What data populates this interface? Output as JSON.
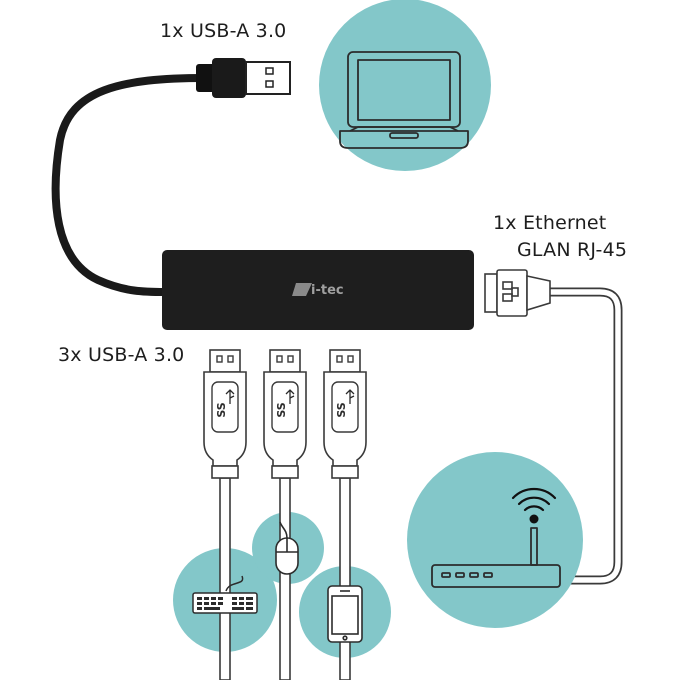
{
  "labels": {
    "usb_top": "1x USB-A 3.0",
    "ethernet_line1": "1x Ethernet",
    "ethernet_line2": "GLAN RJ-45",
    "usb_ports": "3x USB-A 3.0"
  },
  "hub": {
    "brand": "i-tec"
  },
  "usb_logo_text": "SS",
  "icons": [
    "laptop-icon",
    "router-icon",
    "wifi-icon",
    "keyboard-icon",
    "mouse-icon",
    "smartphone-icon",
    "usb-a-plug-icon",
    "rj45-plug-icon"
  ],
  "colors": {
    "circle": "#83c7c9",
    "hub_body": "#1e1e1e",
    "line": "#3a3a3a"
  }
}
